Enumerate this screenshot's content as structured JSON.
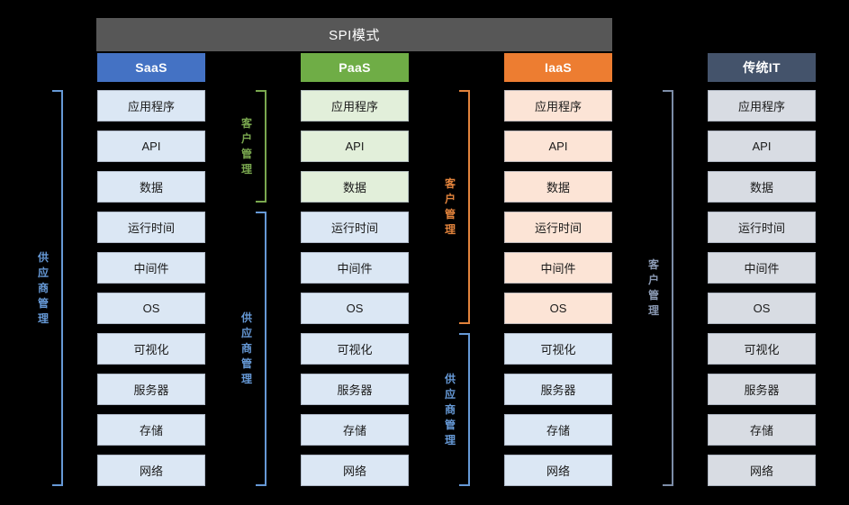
{
  "banner": {
    "title": "SPI模式"
  },
  "columns": [
    {
      "key": "saas",
      "header": "SaaS",
      "header_color": "#4472C4",
      "items": [
        {
          "label": "应用程序",
          "tone": "blue"
        },
        {
          "label": "API",
          "tone": "blue"
        },
        {
          "label": "数据",
          "tone": "blue"
        },
        {
          "label": "运行时间",
          "tone": "blue"
        },
        {
          "label": "中间件",
          "tone": "blue"
        },
        {
          "label": "OS",
          "tone": "blue"
        },
        {
          "label": "可视化",
          "tone": "blue"
        },
        {
          "label": "服务器",
          "tone": "blue"
        },
        {
          "label": "存储",
          "tone": "blue"
        },
        {
          "label": "网络",
          "tone": "blue"
        }
      ]
    },
    {
      "key": "paas",
      "header": "PaaS",
      "header_color": "#6FAD46",
      "items": [
        {
          "label": "应用程序",
          "tone": "green"
        },
        {
          "label": "API",
          "tone": "green"
        },
        {
          "label": "数据",
          "tone": "green"
        },
        {
          "label": "运行时间",
          "tone": "blue"
        },
        {
          "label": "中间件",
          "tone": "blue"
        },
        {
          "label": "OS",
          "tone": "blue"
        },
        {
          "label": "可视化",
          "tone": "blue"
        },
        {
          "label": "服务器",
          "tone": "blue"
        },
        {
          "label": "存储",
          "tone": "blue"
        },
        {
          "label": "网络",
          "tone": "blue"
        }
      ]
    },
    {
      "key": "iaas",
      "header": "IaaS",
      "header_color": "#ED7D31",
      "items": [
        {
          "label": "应用程序",
          "tone": "peach"
        },
        {
          "label": "API",
          "tone": "peach"
        },
        {
          "label": "数据",
          "tone": "peach"
        },
        {
          "label": "运行时间",
          "tone": "peach"
        },
        {
          "label": "中间件",
          "tone": "peach"
        },
        {
          "label": "OS",
          "tone": "peach"
        },
        {
          "label": "可视化",
          "tone": "blue"
        },
        {
          "label": "服务器",
          "tone": "blue"
        },
        {
          "label": "存储",
          "tone": "blue"
        },
        {
          "label": "网络",
          "tone": "blue"
        }
      ]
    },
    {
      "key": "traditional",
      "header": "传统IT",
      "header_color": "#44536B",
      "items": [
        {
          "label": "应用程序",
          "tone": "gray"
        },
        {
          "label": "API",
          "tone": "gray"
        },
        {
          "label": "数据",
          "tone": "gray"
        },
        {
          "label": "运行时间",
          "tone": "gray"
        },
        {
          "label": "中间件",
          "tone": "gray"
        },
        {
          "label": "OS",
          "tone": "gray"
        },
        {
          "label": "可视化",
          "tone": "gray"
        },
        {
          "label": "服务器",
          "tone": "gray"
        },
        {
          "label": "存储",
          "tone": "gray"
        },
        {
          "label": "网络",
          "tone": "gray"
        }
      ]
    }
  ],
  "brackets": [
    {
      "key": "saas-vendor",
      "label": "供应商管理",
      "color": "#6699d6",
      "tone": "blue",
      "for": "saas",
      "items": "1-10"
    },
    {
      "key": "paas-customer",
      "label": "客户管理",
      "color": "#7aa84f",
      "tone": "green",
      "for": "paas",
      "items": "1-3"
    },
    {
      "key": "paas-vendor",
      "label": "供应商管理",
      "color": "#6699d6",
      "tone": "blue",
      "for": "paas",
      "items": "4-10"
    },
    {
      "key": "iaas-customer",
      "label": "客户管理",
      "color": "#e2833c",
      "tone": "orange",
      "for": "iaas",
      "items": "1-6"
    },
    {
      "key": "iaas-vendor",
      "label": "供应商管理",
      "color": "#6699d6",
      "tone": "blue",
      "for": "iaas",
      "items": "7-10"
    },
    {
      "key": "trad-customer",
      "label": "客户管理",
      "color": "#7d8da8",
      "tone": "slate",
      "for": "traditional",
      "items": "1-10"
    }
  ],
  "colors": {
    "background": "#000000",
    "banner": "#575757",
    "box_blue": "#dbe7f4",
    "box_green": "#e2efda",
    "box_peach": "#fce4d6",
    "box_gray": "#d8dce3"
  }
}
